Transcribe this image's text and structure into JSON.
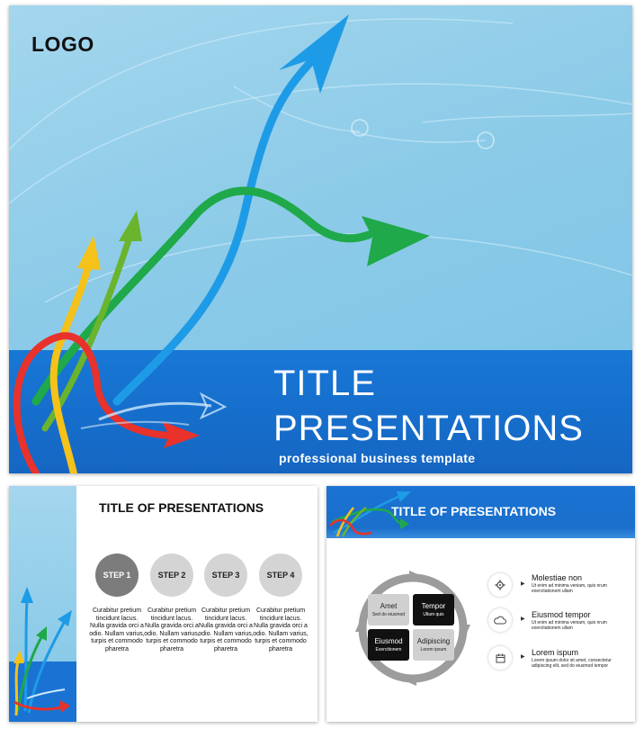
{
  "main_slide": {
    "logo": "LOGO",
    "title_line1": "TITLE",
    "title_line2": "PRESENTATIONS",
    "subtitle": "professional business template"
  },
  "steps_slide": {
    "title": "TITLE OF PRESENTATIONS",
    "steps": [
      {
        "label": "STEP 1",
        "text": "Curabitur pretium tincidunt lacus. Nulla gravida orci a odio. Nullam varius, turpis et commodo pharetra"
      },
      {
        "label": "STEP 2",
        "text": "Curabitur pretium tincidunt lacus. Nulla gravida orci a odio. Nullam varius, turpis et commodo pharetra"
      },
      {
        "label": "STEP 3",
        "text": "Curabitur pretium tincidunt lacus. Nulla gravida orci a odio. Nullam varius, turpis et commodo pharetra"
      },
      {
        "label": "STEP 4",
        "text": "Curabitur pretium tincidunt lacus. Nulla gravida orci a odio. Nullam varius, turpis et commodo pharetra"
      }
    ]
  },
  "cycle_slide": {
    "title": "TITLE OF PRESENTATIONS",
    "quadrants": [
      {
        "label": "Amet",
        "sub": "Sed do eiusmod"
      },
      {
        "label": "Tempor",
        "sub": "Ullam quis"
      },
      {
        "label": "Eiusmod",
        "sub": "Exercitionem"
      },
      {
        "label": "Adipiscing",
        "sub": "Lorem ipsum"
      }
    ],
    "features": [
      {
        "icon": "gear-icon",
        "title": "Molestiae non",
        "text": "Ut enim ad minima veniam, quis nrum exercitationem ullam"
      },
      {
        "icon": "cloud-icon",
        "title": "Eiusmod tempor",
        "text": "Ut enim ad minima veniam, quis nrum exercitationem ullam"
      },
      {
        "icon": "calendar-icon",
        "title": "Lorem ispum",
        "text": "Lorem ipsum dolor sit amet, consectetur adipiscing elit, sed do eiusmod tempor"
      }
    ]
  },
  "colors": {
    "sky": "#8ccbe8",
    "band_blue": "#1566c2",
    "arrow_blue": "#1e9be6",
    "arrow_green": "#1fa94a",
    "arrow_yellow": "#f5c21a",
    "arrow_red": "#e8322b",
    "arrow_lime": "#6ab42e"
  }
}
